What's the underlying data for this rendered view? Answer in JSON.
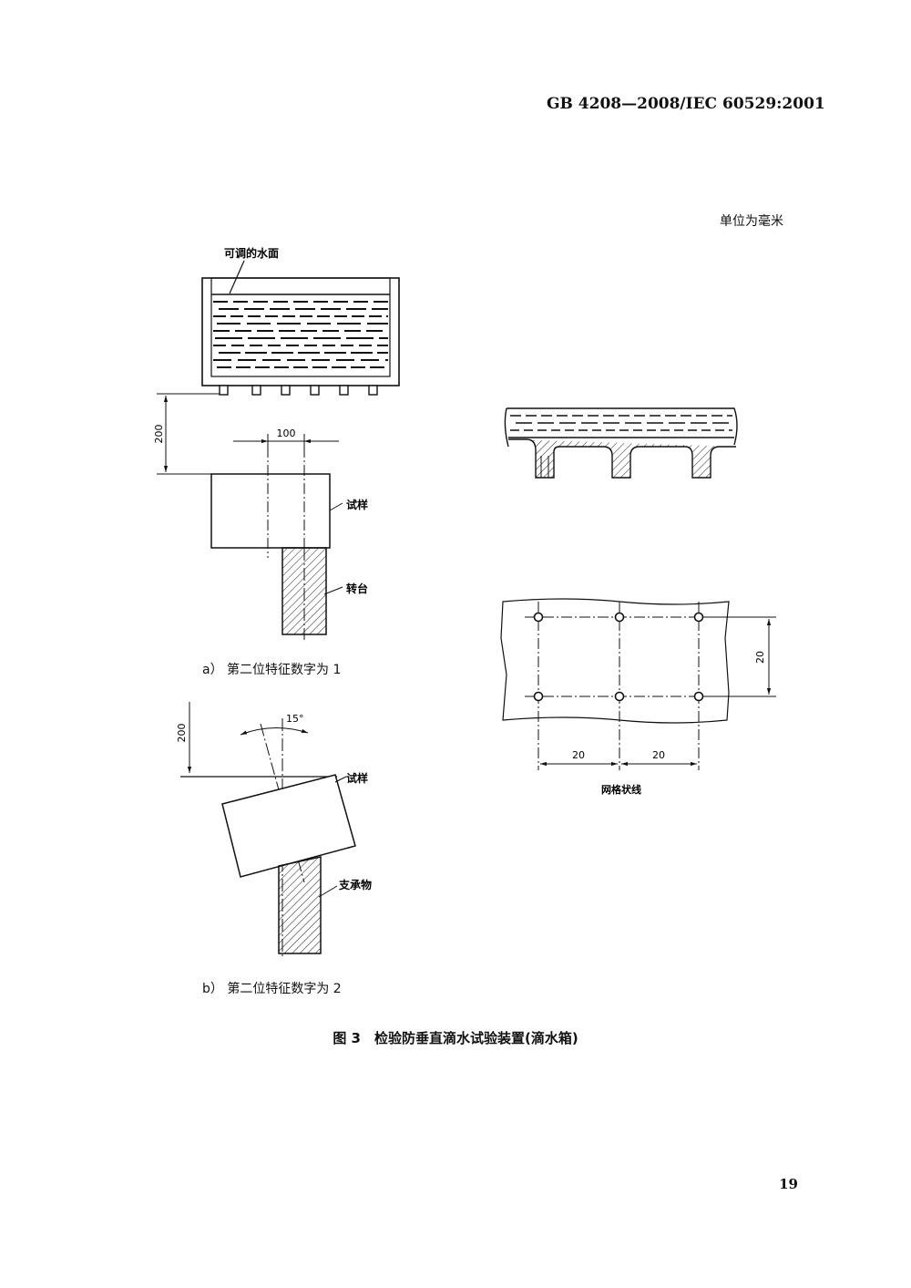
{
  "header": {
    "standard_code": "GB 4208—2008/IEC 60529:2001"
  },
  "units_note": "单位为毫米",
  "figure_a": {
    "caption": "a） 第二位特征数字为 1",
    "label_water_surface": "可调的水面",
    "label_sample": "试样",
    "label_turntable": "转台",
    "dim_200": "200",
    "dim_100": "100"
  },
  "figure_b": {
    "caption": "b） 第二位特征数字为 2",
    "label_sample": "试样",
    "label_support": "支承物",
    "dim_200": "200",
    "dim_angle": "15°"
  },
  "detail": {
    "grid_label": "网格状线",
    "dim_20_h1": "20",
    "dim_20_h2": "20",
    "dim_20_v": "20"
  },
  "figure_title": "图 3　检验防垂直滴水试验装置(滴水箱)",
  "page_number": "19"
}
